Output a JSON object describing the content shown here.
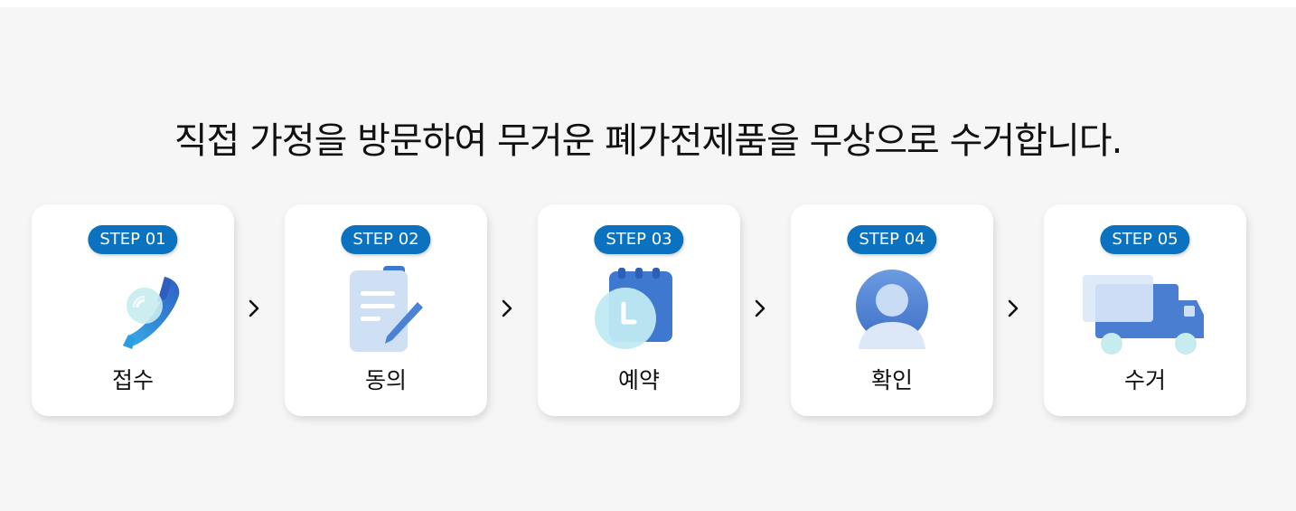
{
  "headline": "직접 가정을 방문하여 무거운 폐가전제품을 무상으로 수거합니다.",
  "steps": [
    {
      "badge": "STEP 01",
      "label": "접수",
      "icon": "phone-icon"
    },
    {
      "badge": "STEP 02",
      "label": "동의",
      "icon": "clipboard-pencil-icon"
    },
    {
      "badge": "STEP 03",
      "label": "예약",
      "icon": "calendar-clock-icon"
    },
    {
      "badge": "STEP 04",
      "label": "확인",
      "icon": "user-icon"
    },
    {
      "badge": "STEP 05",
      "label": "수거",
      "icon": "truck-icon"
    }
  ],
  "separator_icon": "chevron-right-icon",
  "colors": {
    "badge": "#0a72bf",
    "icon_primary": "#3f78cf",
    "icon_light": "#cfe2f7",
    "background": "#f6f6f6",
    "card": "#ffffff"
  }
}
